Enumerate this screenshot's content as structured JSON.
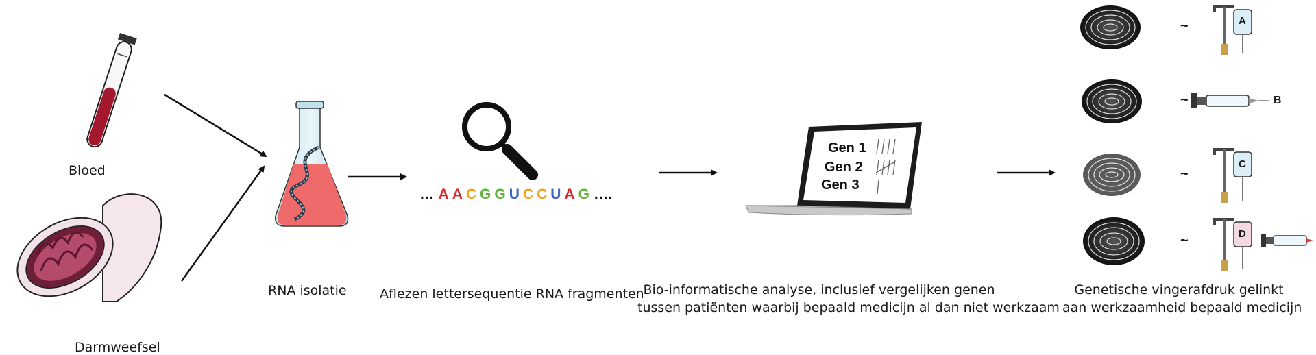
{
  "labels": {
    "blood": "Bloed",
    "intestine": "Darmweefsel",
    "rna_isolation": "RNA isolatie",
    "reading": "Aflezen lettersequentie RNA fragmenten",
    "bioinfo_line1": "Bio-informatische analyse, inclusief vergelijken genen",
    "bioinfo_line2": "tussen patiënten waarbij bepaald medicijn al dan niet werkzaam",
    "genetic_line1": "Genetische vingerafdruk gelinkt",
    "genetic_line2": "aan werkzaamheid bepaald medicijn"
  },
  "sequence": {
    "prefix": "...",
    "suffix": "....",
    "letters": [
      {
        "char": "A",
        "color": "#d62a2a"
      },
      {
        "char": "A",
        "color": "#d62a2a"
      },
      {
        "char": "C",
        "color": "#f0a21b"
      },
      {
        "char": "G",
        "color": "#5db33c"
      },
      {
        "char": "G",
        "color": "#5db33c"
      },
      {
        "char": "U",
        "color": "#3b63c4"
      },
      {
        "char": "C",
        "color": "#f0a21b"
      },
      {
        "char": "C",
        "color": "#f0a21b"
      },
      {
        "char": "U",
        "color": "#3b63c4"
      },
      {
        "char": "A",
        "color": "#d62a2a"
      },
      {
        "char": "G",
        "color": "#5db33c"
      }
    ]
  },
  "laptop": {
    "gen1": "Gen 1",
    "gen2": "Gen 2",
    "gen3": "Gen 3"
  },
  "results": [
    {
      "tilde": "~",
      "treatment": "A"
    },
    {
      "tilde": "~",
      "treatment": "B"
    },
    {
      "tilde": "~",
      "treatment": "C"
    },
    {
      "tilde": "~",
      "treatment": "D"
    }
  ],
  "colors": {
    "blood": "#a3182c",
    "flask_liquid": "#ef6a6a",
    "flask_glass": "#cfeaf3",
    "intestine_outer": "#f2e3ea",
    "intestine_inner": "#a33b5a",
    "bag": "#d9eef6",
    "bag_pink": "#f4d9e4"
  }
}
